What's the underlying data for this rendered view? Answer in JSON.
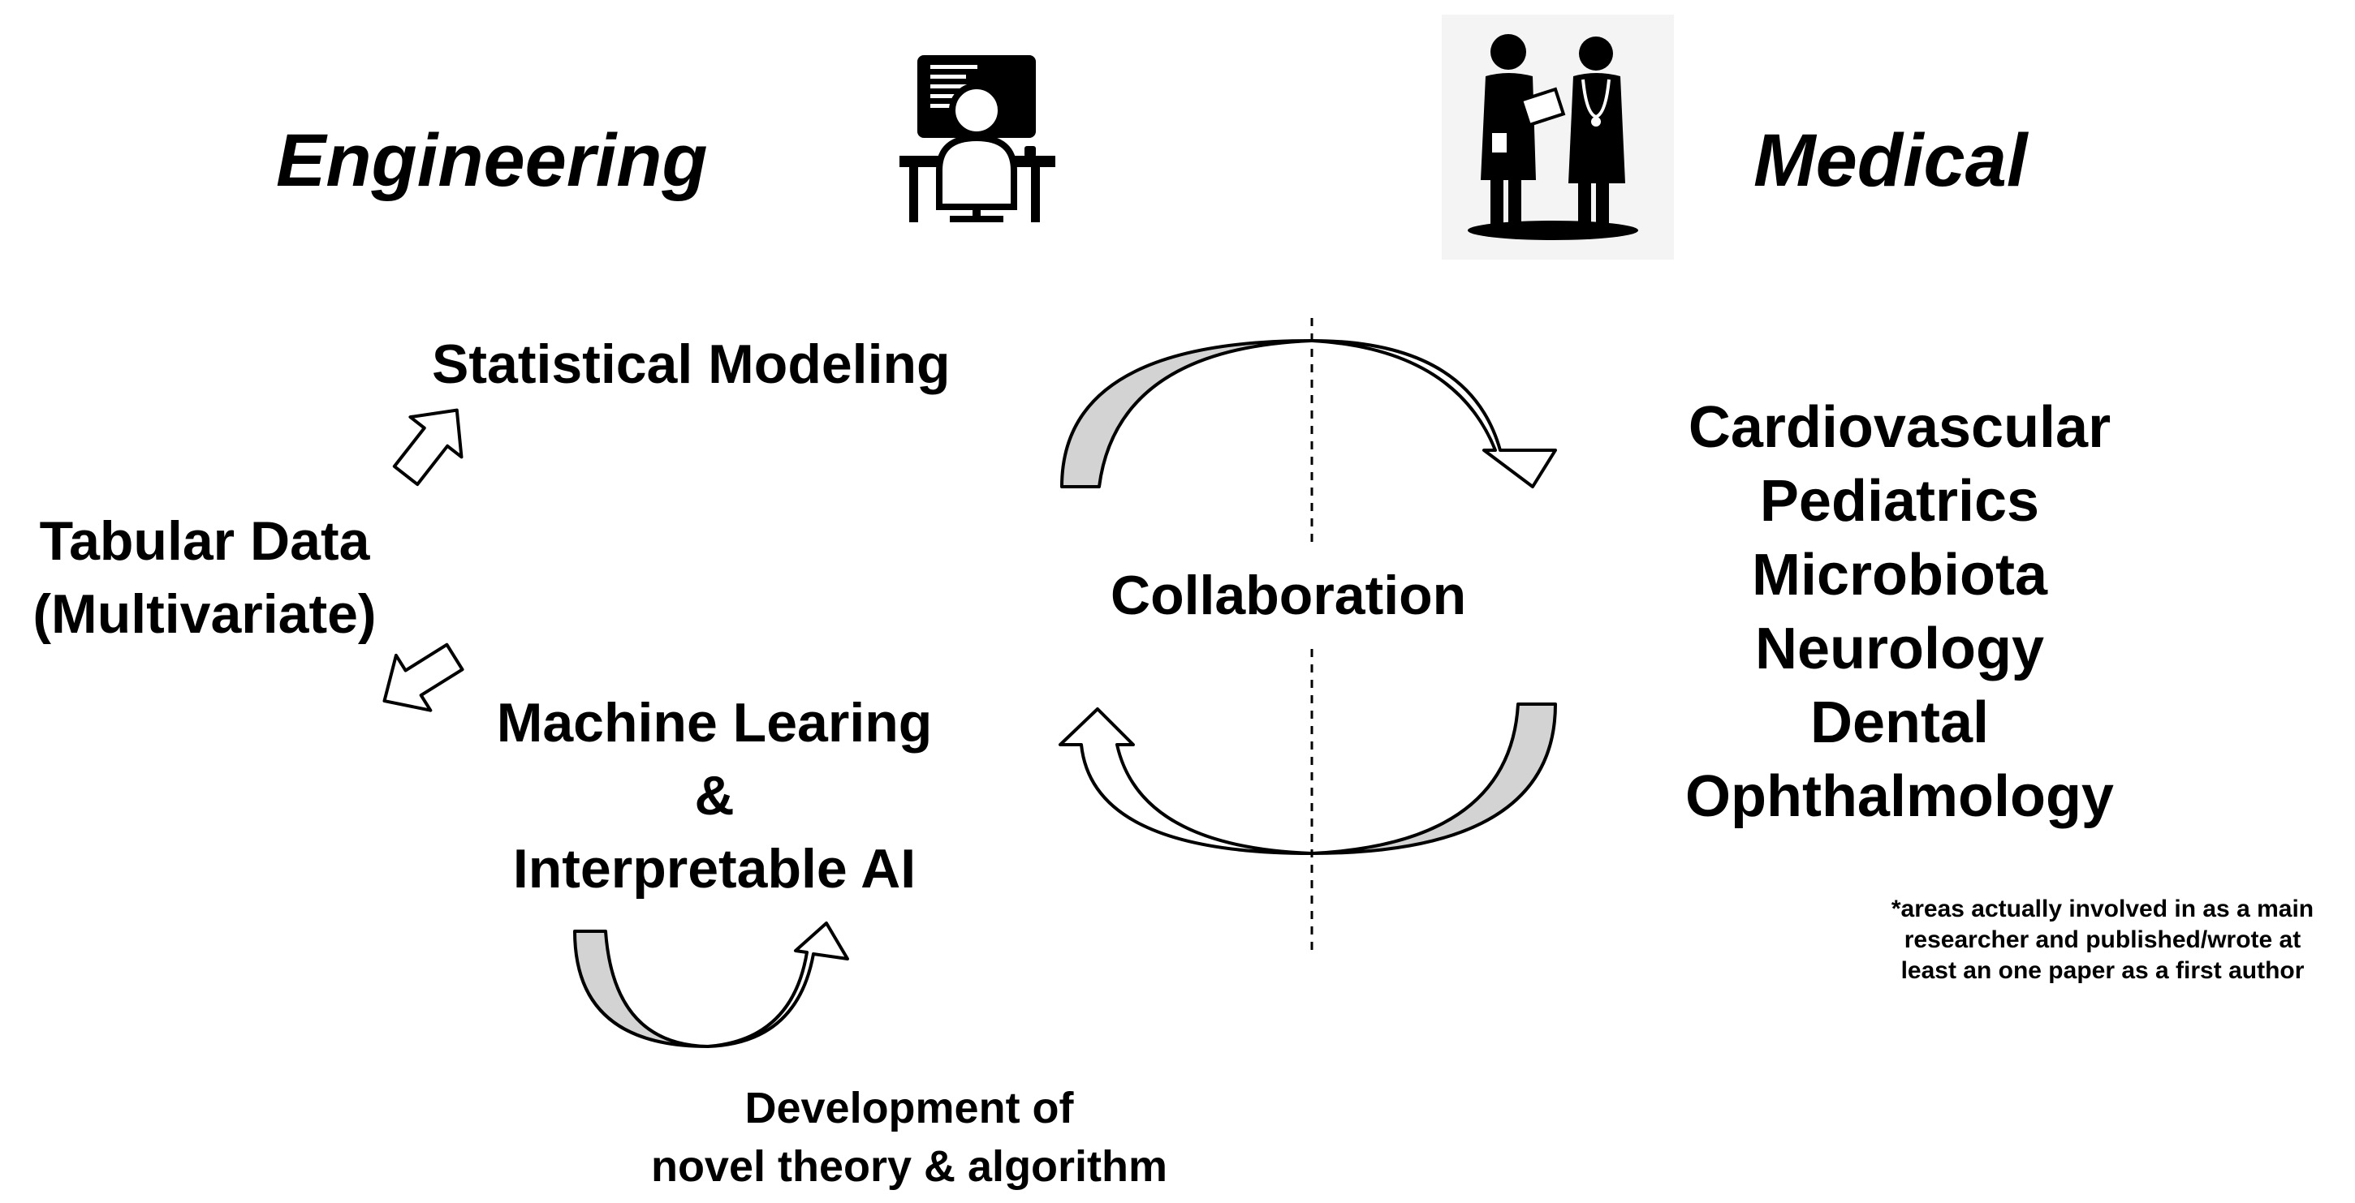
{
  "headings": {
    "engineering": "Engineering",
    "medical": "Medical"
  },
  "icons": {
    "engineer": "computer-user-icon",
    "doctors": "doctors-icon"
  },
  "labels": {
    "statistical_modeling": "Statistical Modeling",
    "tabular_data": [
      "Tabular Data",
      "(Multivariate)"
    ],
    "machine_learning": [
      "Machine Learing",
      "&",
      "Interpretable AI"
    ],
    "collaboration": "Collaboration",
    "development": [
      "Development of",
      "novel theory & algorithm"
    ]
  },
  "medical_fields": [
    "Cardiovascular",
    "Pediatrics",
    "Microbiota",
    "Neurology",
    "Dental",
    "Ophthalmology"
  ],
  "footnote": [
    "*areas actually involved in as a main",
    "researcher and published/wrote at",
    "least an one paper as a first author"
  ],
  "colors": {
    "arrow_fill_gray": "#d3d3d3",
    "stroke": "#000000",
    "background": "#ffffff"
  }
}
